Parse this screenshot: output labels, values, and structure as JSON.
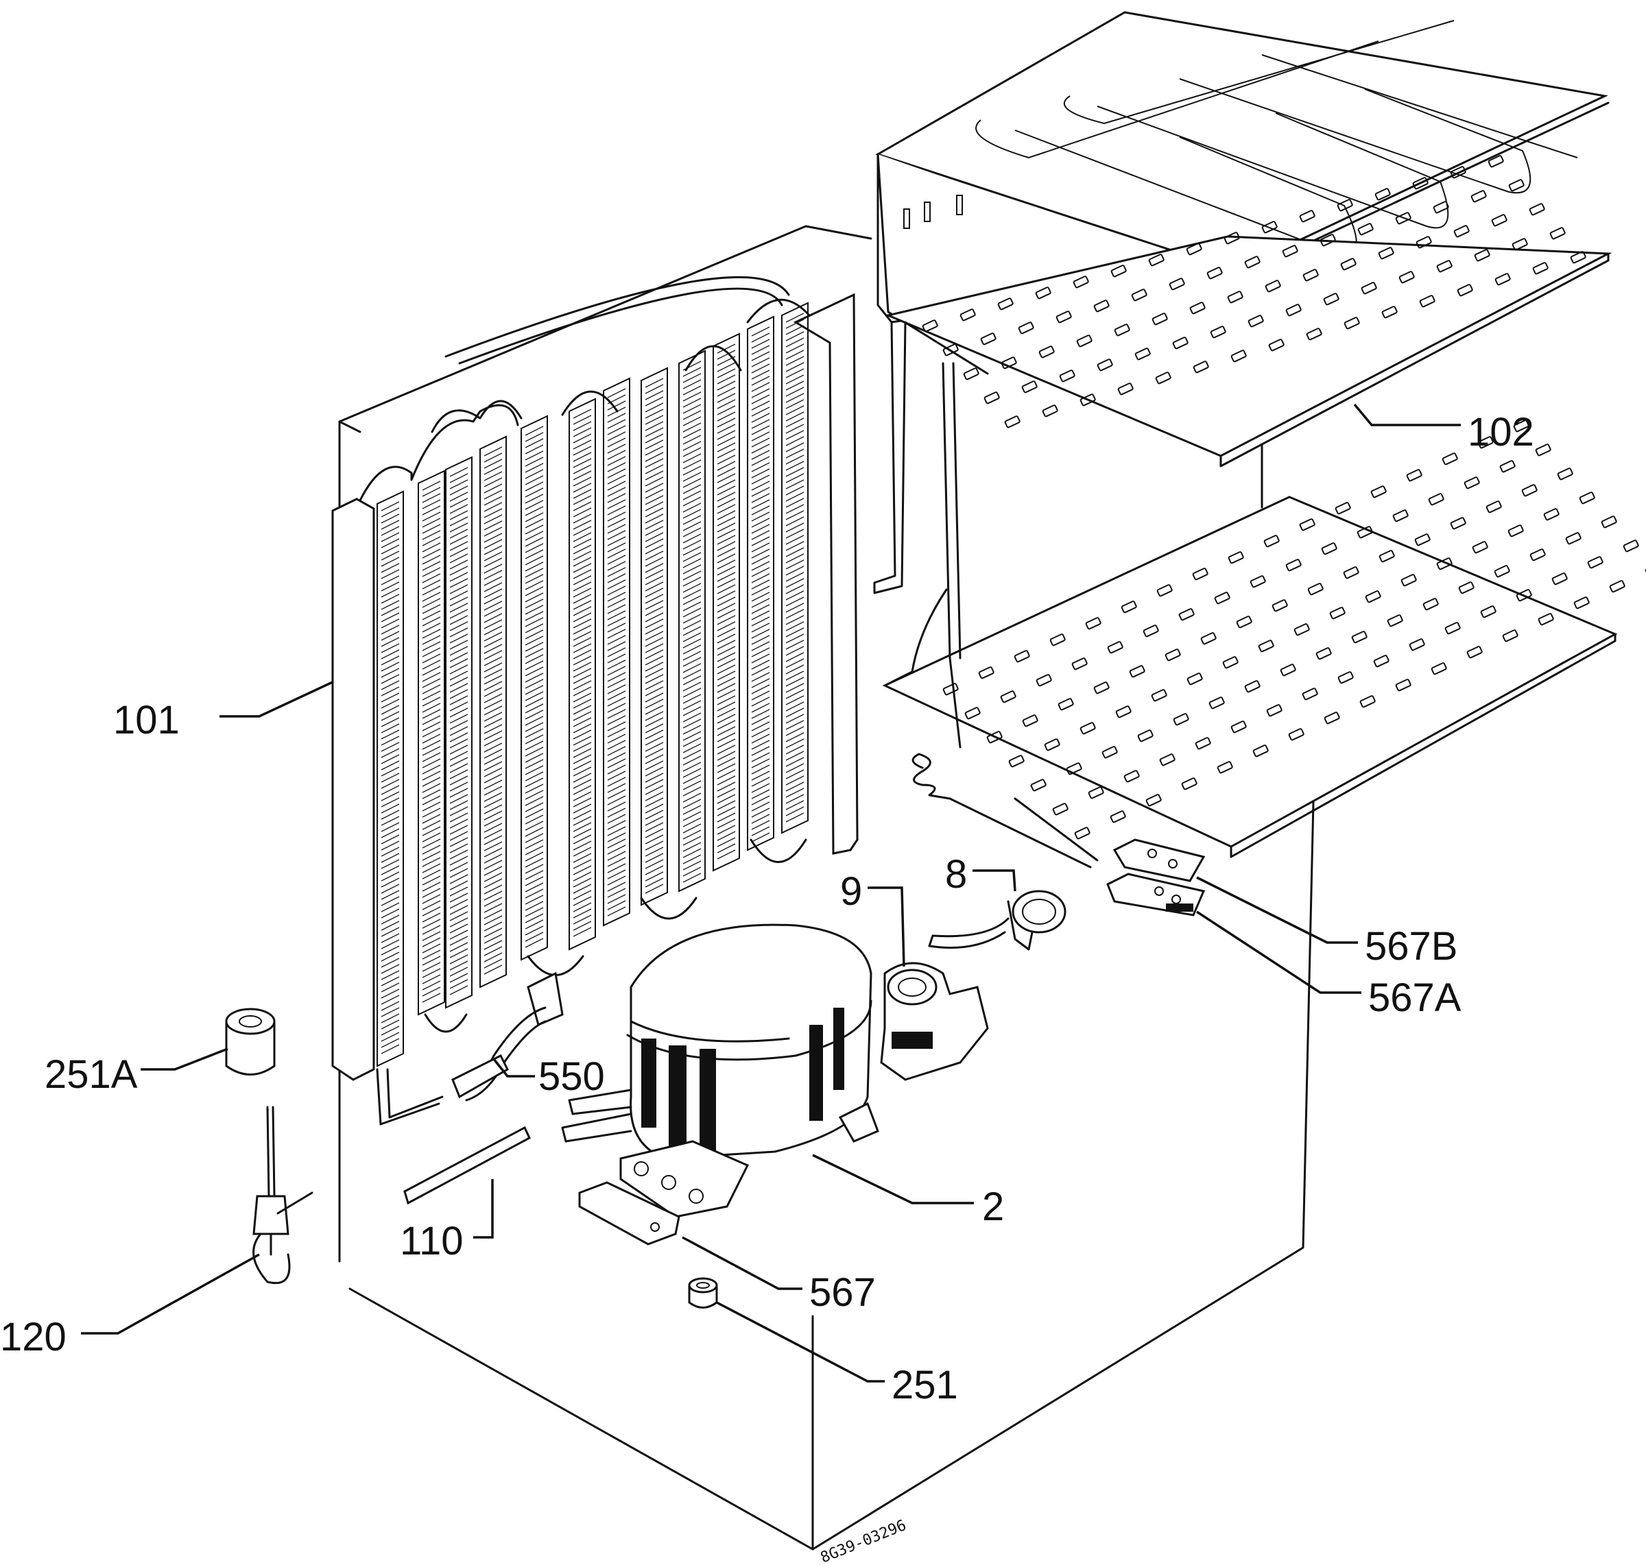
{
  "diagram": {
    "drawing_number": "8G39-03296",
    "parts": [
      {
        "id": "101"
      },
      {
        "id": "102"
      },
      {
        "id": "8"
      },
      {
        "id": "9"
      },
      {
        "id": "567B"
      },
      {
        "id": "567A"
      },
      {
        "id": "251A"
      },
      {
        "id": "550"
      },
      {
        "id": "2"
      },
      {
        "id": "110"
      },
      {
        "id": "567"
      },
      {
        "id": "120"
      },
      {
        "id": "251"
      }
    ]
  },
  "icons": {
    "cabinet": "cabinet-outline",
    "condenser": "condenser-coil-icon",
    "evaporator": "evaporator-shelves-icon",
    "compressor": "compressor-icon"
  }
}
